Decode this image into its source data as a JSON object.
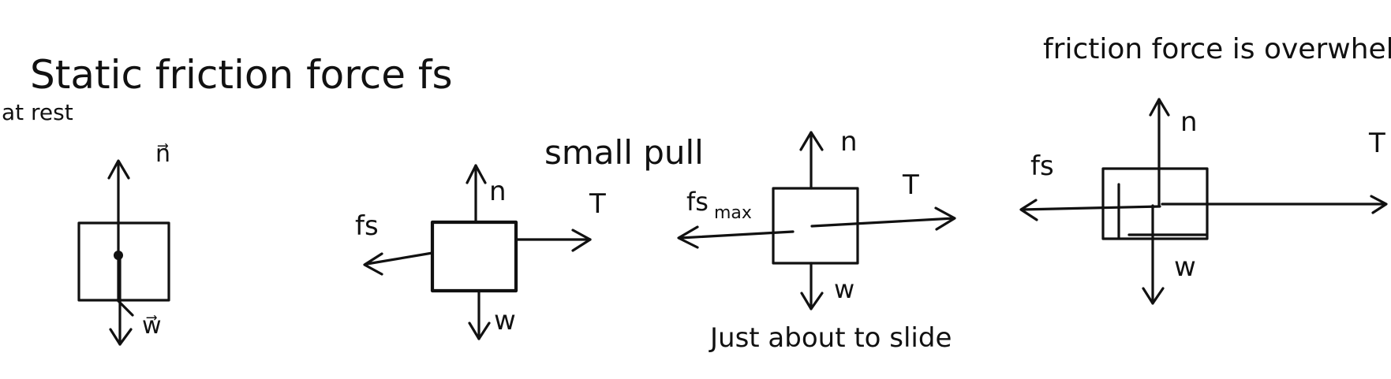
{
  "title": "Static friction force fs",
  "panels": [
    {
      "caption": "at rest",
      "labels": {
        "up": "n⃗",
        "down": "w⃗"
      }
    },
    {
      "caption": "small pull",
      "labels": {
        "up": "n",
        "left": "fs",
        "right": "T",
        "down": "w"
      }
    },
    {
      "caption": "Just about to slide",
      "labels": {
        "up": "n",
        "left": "fs",
        "left_subscript": "max",
        "right": "T",
        "down": "w"
      }
    },
    {
      "caption": "friction force is overwhelmed.",
      "labels": {
        "up": "n",
        "left": "fs",
        "right": "T",
        "down": "w"
      }
    }
  ]
}
